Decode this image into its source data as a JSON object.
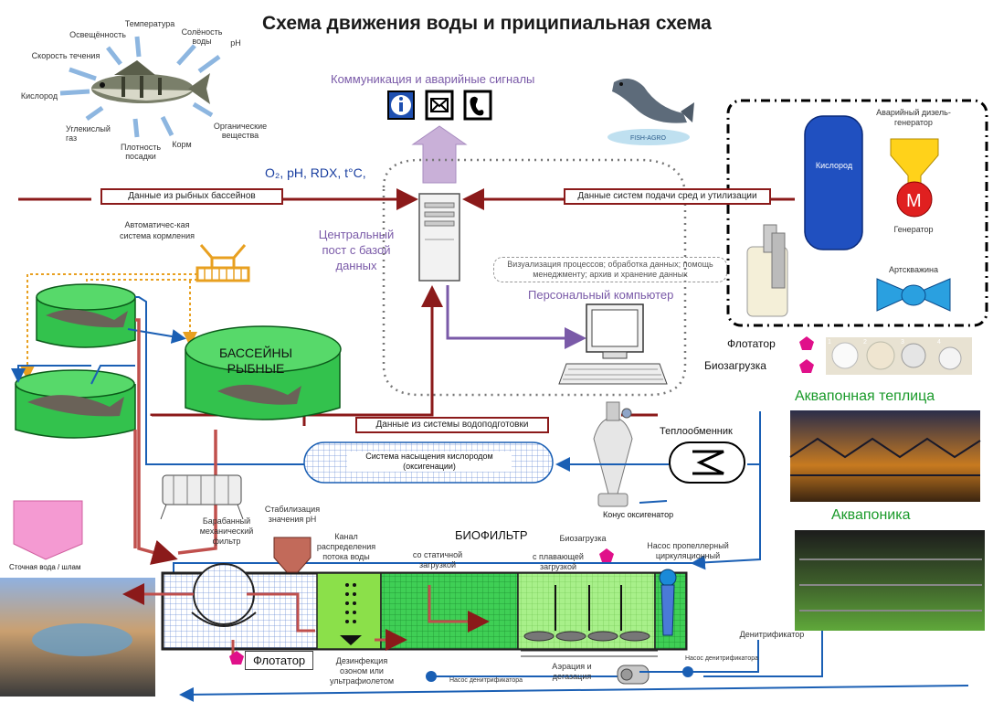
{
  "title": "Схема движения воды и приципиальная схема",
  "fish_factors": {
    "temperature": "Температура",
    "illumination": "Освещённость",
    "salinity": "Солёность воды",
    "ph": "pH",
    "flow_speed": "Скорость течения",
    "oxygen": "Кислород",
    "co2": "Углекислый газ",
    "organics": "Органические вещества",
    "density": "Плотность посадки",
    "feed": "Корм"
  },
  "communications": {
    "label": "Коммуникация и аварийные сигналы",
    "icons": [
      "info-icon",
      "envelope-icon",
      "phone-icon"
    ]
  },
  "sensors_label": "O₂, pH, RDX, t°C,",
  "data_from_pools": "Данные из рыбных бассейнов",
  "data_from_supply": "Данные систем подачи сред и утилизации",
  "data_from_treatment": "Данные из системы водоподготовки",
  "central_post": "Центральный пост с базой данных",
  "pc_functions": "Визуализация процессов; обработка данных; помощь менеджменту; архив и хранение данных",
  "pc_label": "Персональный компьютер",
  "feeding_system": "Автоматичес-кая система кормления",
  "pools_label": "БАССЕЙНЫ РЫБНЫЕ",
  "backup": {
    "oxygen": "Кислород",
    "generator_title": "Аварийный дизель-генератор",
    "generator_letter": "M",
    "generator": "Генератор",
    "well": "Артскважина"
  },
  "legend": {
    "flotator": "Флотатор",
    "bioload": "Биозагрузка"
  },
  "media_numbers": [
    "1",
    "2",
    "3",
    "4"
  ],
  "greenhouse_label": "Аквапонная теплица",
  "aquaponics_label": "Аквапоника",
  "oxygenation": "Система насыщения кислородом (оксигенации)",
  "heat_exchanger": "Теплообменник",
  "cone": "Конус оксигенатор",
  "wastewater": "Сточная вода / шлам",
  "drum_filter": "Барабанный механический фильтр",
  "ph_stab": "Стабилизация значения pH",
  "channel": "Канал распределения потока воды",
  "biofilter": "БИОФИЛЬТР",
  "bioload_title": "Биозагрузка",
  "static_load": "со статичной загрузкой",
  "floating_load": "с плавающей загрузкой",
  "pump_propeller": "Насос пропеллерный циркуляционный",
  "flotator_box": "Флотатор",
  "disinfection": "Дезинфекция озоном или ультрафиолетом",
  "aeration": "Аэрация и дегазация",
  "denitrif_pump_1": "Насос денитрификатора",
  "denitrif_pump_2": "Насос денитрификатора",
  "denitrificator": "Денитрификатор",
  "logo_text": "FISH-AGRO",
  "colors": {
    "dark_red": "#8b1a1a",
    "blue": "#1a5fb4",
    "orange": "#e8a020",
    "green_pool": "#2ec04a",
    "purple": "#7a5aa8",
    "magenta": "#e0108a",
    "pink": "#f49ad2"
  }
}
